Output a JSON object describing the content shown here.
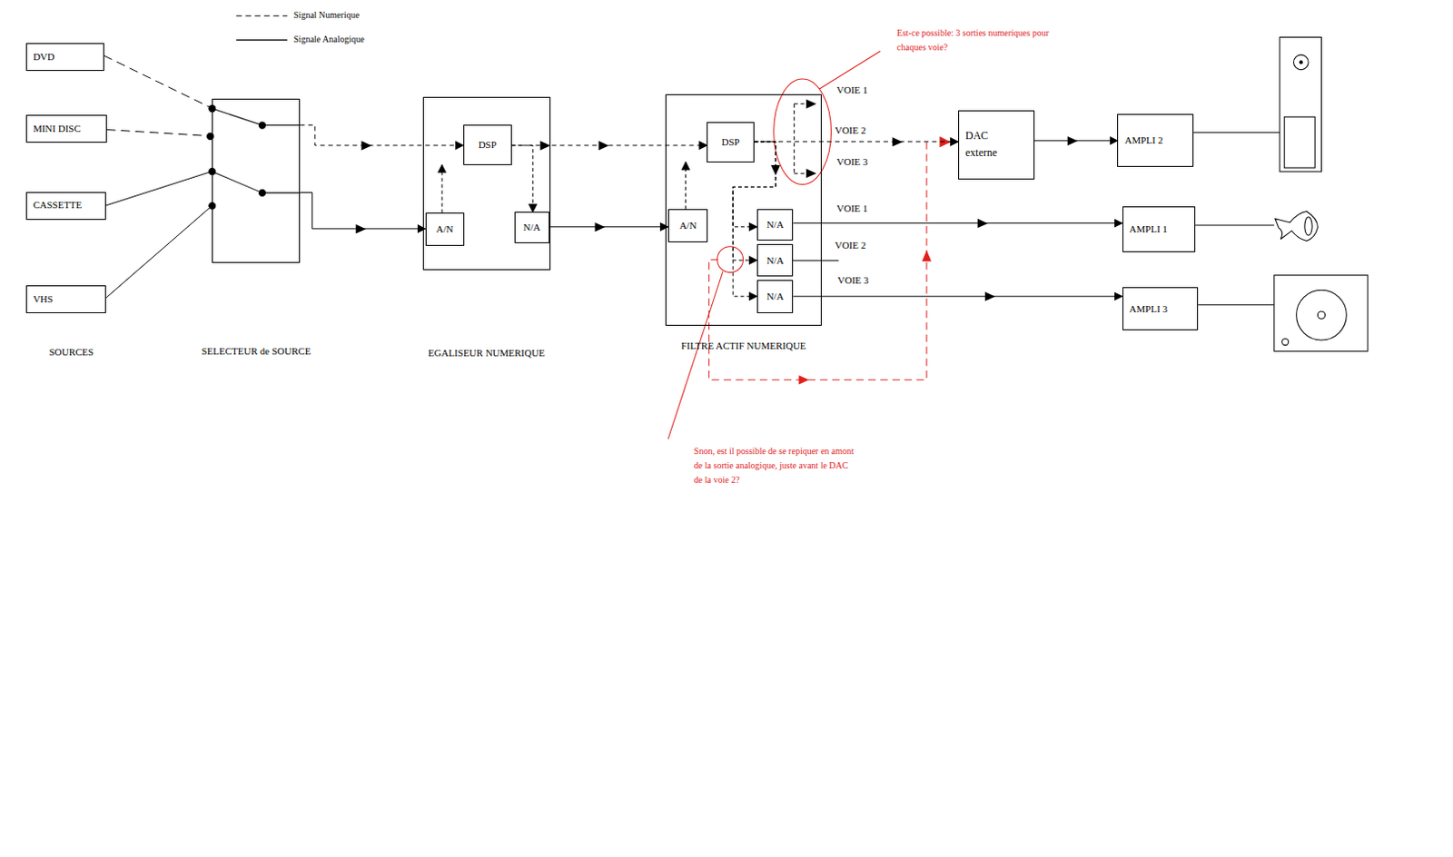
{
  "diagram": {
    "nodes": [
      {
        "text": [
          "DVD"
        ]
      },
      {
        "text": [
          "MINI DISC"
        ]
      },
      {
        "text": [
          "CASSETTE"
        ]
      },
      {
        "text": [
          "VHS"
        ]
      },
      {
        "text": [
          "SELECTEUR de SOURCE"
        ]
      },
      {
        "text": [
          "EGALISEUR NUMERIQUE"
        ]
      },
      {
        "text": [
          "DSP"
        ],
        "in": 5
      },
      {
        "text": [
          "A/N"
        ],
        "in": 5
      },
      {
        "text": [
          "N/A"
        ],
        "in": 5
      },
      {
        "text": [
          "FILTRE ACTIF NUMERIQUE"
        ]
      },
      {
        "text": [
          "DSP"
        ],
        "in": 9
      },
      {
        "text": [
          "A/N"
        ],
        "in": 9
      },
      {
        "text": [
          "N/A"
        ],
        "in": 9
      },
      {
        "text": [
          "N/A"
        ],
        "in": 9
      },
      {
        "text": [
          "N/A"
        ],
        "in": 9
      },
      {
        "text": [
          "DAC externe"
        ]
      },
      {
        "text": [
          "AMPLI 2"
        ]
      },
      {
        "text": [
          "AMPLI 1"
        ]
      },
      {
        "text": [
          "AMPLI 3"
        ]
      }
    ],
    "edges": [
      {
        "from": 0,
        "to": 4,
        "arrow": "none"
      },
      {
        "from": 1,
        "to": 4,
        "arrow": "none"
      },
      {
        "from": 2,
        "to": 4,
        "arrow": "none"
      },
      {
        "from": 3,
        "to": 4,
        "arrow": "none"
      },
      {
        "from": 4,
        "to": 6,
        "arrow": "to"
      },
      {
        "from": 4,
        "to": 7,
        "arrow": "to"
      },
      {
        "from": 7,
        "to": 6,
        "arrow": "to"
      },
      {
        "from": 6,
        "to": 8,
        "arrow": "to"
      },
      {
        "from": 6,
        "to": 10,
        "arrow": "to"
      },
      {
        "from": 8,
        "to": 11,
        "arrow": "to"
      },
      {
        "from": 11,
        "to": 10,
        "arrow": "to"
      },
      {
        "from": 10,
        "to": 12,
        "arrow": "to"
      },
      {
        "from": 10,
        "to": 13,
        "arrow": "to"
      },
      {
        "from": 10,
        "to": 14,
        "arrow": "to"
      },
      {
        "from": 10,
        "to": 15,
        "arrow": "to"
      },
      {
        "from": 15,
        "to": 16,
        "arrow": "to"
      },
      {
        "from": 12,
        "to": 17,
        "arrow": "to"
      },
      {
        "from": 14,
        "to": 18,
        "arrow": "to"
      }
    ],
    "labels": [
      "SOURCES",
      "VOIE 1",
      "VOIE 2",
      "VOIE 3",
      "VOIE 1",
      "VOIE 2",
      "VOIE 3",
      "Est-ce possible: 3 sorties numeriques pour chaques voie?",
      "Snon, est il possible de se repiquer en amont de la sortie analogique, juste avant le DAC de la voie 2?"
    ],
    "legend": [
      {
        "text": "Signal Numerique"
      },
      {
        "text": "Signale Analogique"
      }
    ]
  }
}
